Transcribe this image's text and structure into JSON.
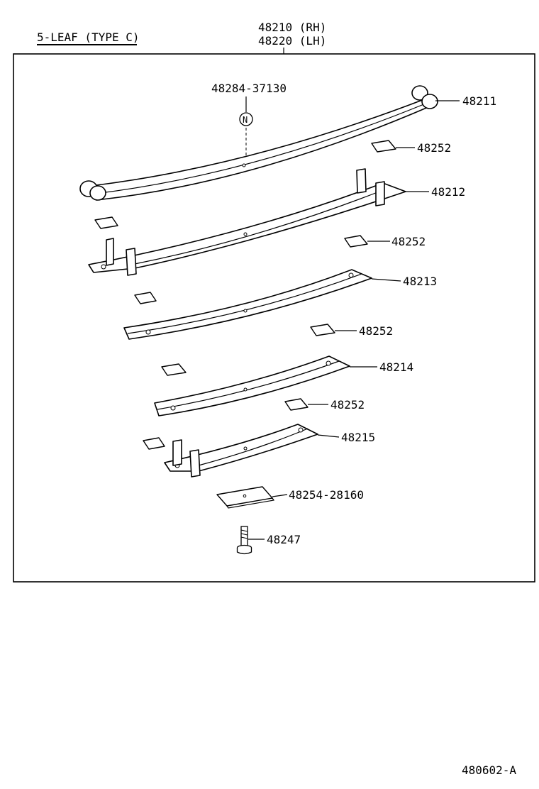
{
  "header": {
    "type_label": "5-LEAF (TYPE  C)",
    "assembly_rh": "48210 (RH)",
    "assembly_lh": "48220 (LH)"
  },
  "parts": {
    "center_bolt_nut": "48284-37130",
    "nut_symbol": "N",
    "leaf_1": "48211",
    "leaf_2": "48212",
    "leaf_3": "48213",
    "leaf_4": "48214",
    "leaf_5": "48215",
    "liner": "48252",
    "spacer_plate": "48254-28160",
    "center_bolt": "48247"
  },
  "footer": {
    "figure_code": "480602-A"
  }
}
